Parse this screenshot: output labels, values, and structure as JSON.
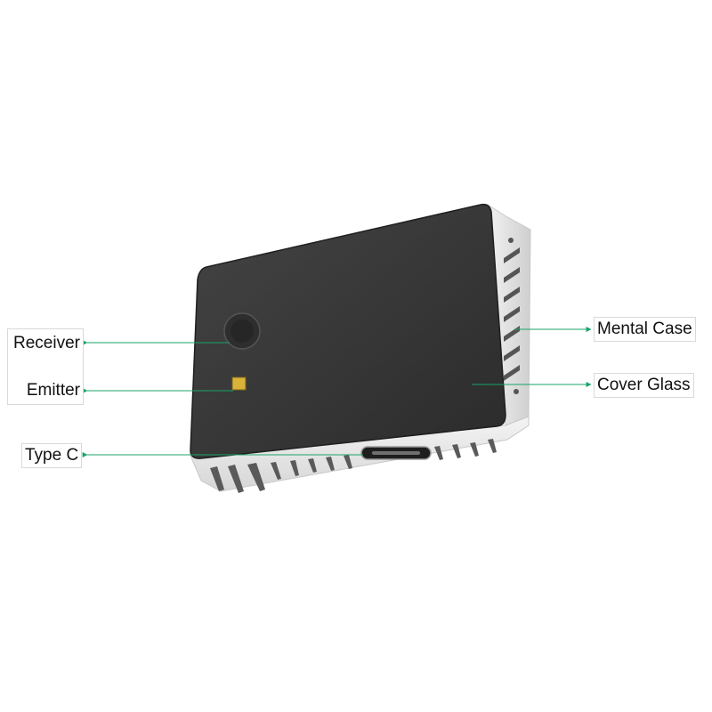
{
  "labels": {
    "receiver": "Receiver",
    "emitter": "Emitter",
    "type_c": "Type C",
    "mental_case": "Mental Case",
    "cover_glass": "Cover Glass"
  },
  "colors": {
    "leader_line": "#1aa36a",
    "cover_glass": "#3a3a3a",
    "metal_case": "#e6e6e6",
    "emitter_pad": "#d9b23a"
  }
}
